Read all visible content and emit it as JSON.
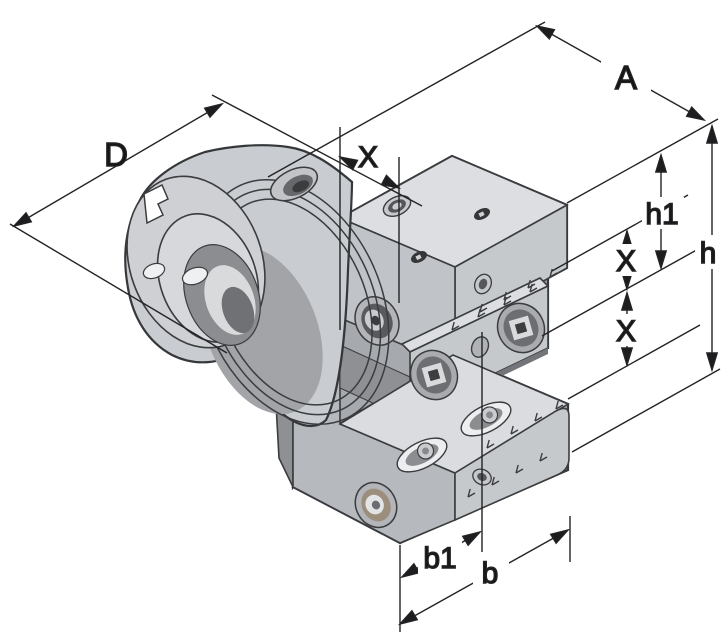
{
  "figure": {
    "type": "isometric-technical-drawing",
    "subject": "HSK shank square tool holder block with twin clamping slots",
    "background": "#ffffff"
  },
  "dimension_labels": {
    "A": "A",
    "D": "D",
    "X_top": "X",
    "h1": "h1",
    "h": "h",
    "X_upper": "X",
    "X_lower": "X",
    "b1": "b1",
    "b": "b"
  },
  "colors": {
    "background": "#ffffff",
    "dimension_line": "#232325",
    "label_text": "#141416",
    "part_outline": "#35373a",
    "face_top_light": "#dcdee1",
    "face_mid": "#c6c9cc",
    "face_front_left": "#c0c3c7",
    "face_bracket": "#b6b9bd",
    "face_backdrop": "#a6a9ad",
    "face_shadow_dark": "#8e9094",
    "metal_body": "#c9ccd0",
    "end_face": "#ced0d4",
    "bore_dark": "#8b8d91",
    "bronze_ring": "#9b8e7d",
    "hole_dark": "#343638",
    "slot_floor": "#dadcdf"
  }
}
